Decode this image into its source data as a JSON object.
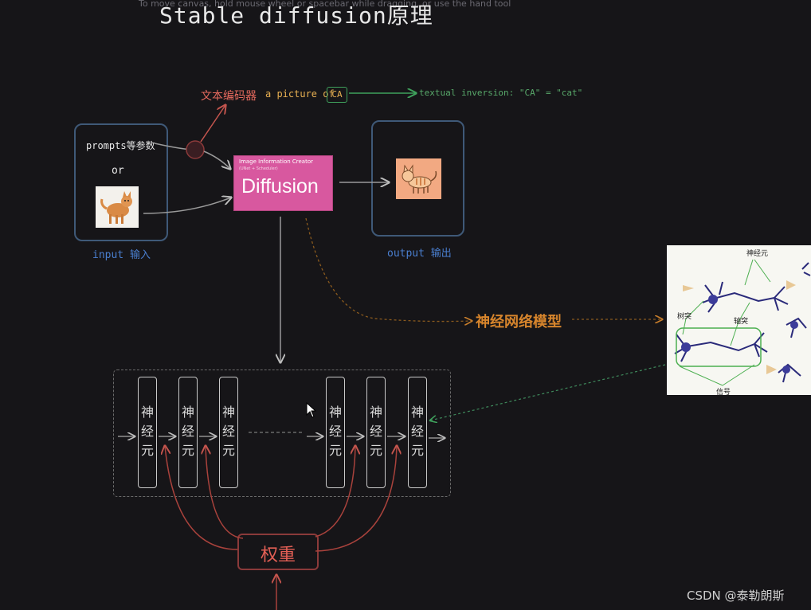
{
  "canvas_hint": "To move canvas, hold mouse wheel or spacebar while dragging, or use the hand tool",
  "title": "Stable diffusion原理",
  "text_encoder": {
    "label": "文本编码器",
    "prompt_text": "a picture of",
    "token": "CA",
    "textual_inversion": "textual inversion: \"CA\" = \"cat\""
  },
  "input": {
    "prompts_label": "prompts等参数",
    "or_label": "or",
    "caption": "input 输入",
    "image_icon": "cat-photo-icon"
  },
  "diffusion": {
    "small_title": "Image Information Creator",
    "tiny_text": "(UNet + Scheduler)",
    "label": "Diffusion"
  },
  "output": {
    "caption": "output 输出",
    "image_icon": "cat-drawing-icon"
  },
  "neural_net_label": "神经网络模型",
  "neuron_image": {
    "label_top": "神经元",
    "label_dendrite": "树突",
    "label_axon": "轴突",
    "label_signal": "信号"
  },
  "neurons": [
    {
      "text": "神经元"
    },
    {
      "text": "神经元"
    },
    {
      "text": "神经元"
    },
    {
      "text": "神经元"
    },
    {
      "text": "神经元"
    },
    {
      "text": "神经元"
    }
  ],
  "weights_label": "权重",
  "watermark": "CSDN @泰勒朗斯",
  "colors": {
    "background": "#161518",
    "diffusion_box": "#d8589f",
    "input_output_border": "#3f5978",
    "encoder_text": "#e66a5e",
    "nn_label": "#d7852c",
    "weights_red": "#e35f55"
  }
}
